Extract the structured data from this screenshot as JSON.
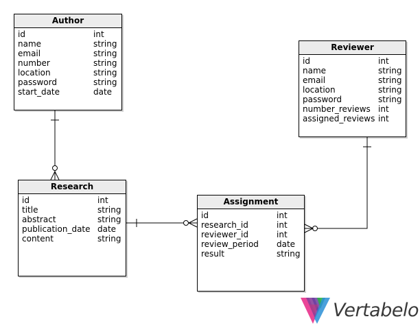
{
  "entities": {
    "author": {
      "title": "Author",
      "fields": [
        {
          "name": "id",
          "type": "int"
        },
        {
          "name": "name",
          "type": "string"
        },
        {
          "name": "email",
          "type": "string"
        },
        {
          "name": "number",
          "type": "string"
        },
        {
          "name": "location",
          "type": "string"
        },
        {
          "name": "password",
          "type": "string"
        },
        {
          "name": "start_date",
          "type": "date"
        }
      ]
    },
    "research": {
      "title": "Research",
      "fields": [
        {
          "name": "id",
          "type": "int"
        },
        {
          "name": "title",
          "type": "string"
        },
        {
          "name": "abstract",
          "type": "string"
        },
        {
          "name": "publication_date",
          "type": "date"
        },
        {
          "name": "content",
          "type": "string"
        }
      ]
    },
    "assignment": {
      "title": "Assignment",
      "fields": [
        {
          "name": "id",
          "type": "int"
        },
        {
          "name": "research_id",
          "type": "int"
        },
        {
          "name": "reviewer_id",
          "type": "int"
        },
        {
          "name": "review_period",
          "type": "date"
        },
        {
          "name": "result",
          "type": "string"
        }
      ]
    },
    "reviewer": {
      "title": "Reviewer",
      "fields": [
        {
          "name": "id",
          "type": "int"
        },
        {
          "name": "name",
          "type": "string"
        },
        {
          "name": "email",
          "type": "string"
        },
        {
          "name": "location",
          "type": "string"
        },
        {
          "name": "password",
          "type": "string"
        },
        {
          "name": "number_reviews",
          "type": "int"
        },
        {
          "name": "assigned_reviews",
          "type": "int"
        }
      ]
    }
  },
  "relationships": [
    {
      "from": "Author",
      "to": "Research",
      "from_end": "one",
      "to_end": "zero-or-many"
    },
    {
      "from": "Research",
      "to": "Assignment",
      "from_end": "one",
      "to_end": "zero-or-many"
    },
    {
      "from": "Reviewer",
      "to": "Assignment",
      "from_end": "one",
      "to_end": "zero-or-many"
    }
  ],
  "branding": {
    "logo_text": "Vertabelo",
    "logo_colors": [
      "#e8318c",
      "#8a3f9b",
      "#2db24a",
      "#2a8fd6"
    ],
    "logo_icon": "vertabelo-logo-icon"
  }
}
